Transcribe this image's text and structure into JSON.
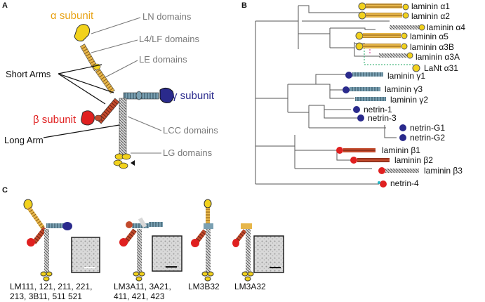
{
  "panels": {
    "a": "A",
    "b": "B",
    "c": "C"
  },
  "panel_a": {
    "alpha_subunit": "α subunit",
    "beta_subunit": "β subunit",
    "gamma_subunit": "γ subunit",
    "short_arms": "Short Arms",
    "long_arm": "Long Arm",
    "domains": {
      "ln": "LN domains",
      "l4lf": "L4/LF domains",
      "le": "LE domains",
      "lcc": "LCC domains",
      "lg": "LG domains"
    }
  },
  "panel_b": {
    "leaves": [
      "laminin α1",
      "laminin α2",
      "laminin α4",
      "laminin α5",
      "laminin α3B",
      "laminin α3A",
      "LaNt α31",
      "laminin γ1",
      "laminin γ3",
      "laminin γ2",
      "netrin-1",
      "netrin-3",
      "netrin-G1",
      "netrin-G2",
      "laminin β1",
      "laminin β2",
      "laminin β3",
      "netrin-4"
    ]
  },
  "panel_c": {
    "groups": [
      {
        "caption_line1": "LM111, 121, 211, 221,",
        "caption_line2": "213, 3B11, 511 521"
      },
      {
        "caption_line1": "LM3A11, 3A21,",
        "caption_line2": "411, 421, 423"
      },
      {
        "caption_line1": "LM3B32",
        "caption_line2": ""
      },
      {
        "caption_line1": "LM3A32",
        "caption_line2": ""
      }
    ]
  },
  "colors": {
    "alpha": "#f2d21c",
    "alpha_text": "#e8a317",
    "beta": "#e02020",
    "beta_le": "#b5452a",
    "gamma": "#2a2a8c",
    "gamma_le": "#6f96a8",
    "coil": "#8a8a8a",
    "l4": "#d49a3a"
  }
}
